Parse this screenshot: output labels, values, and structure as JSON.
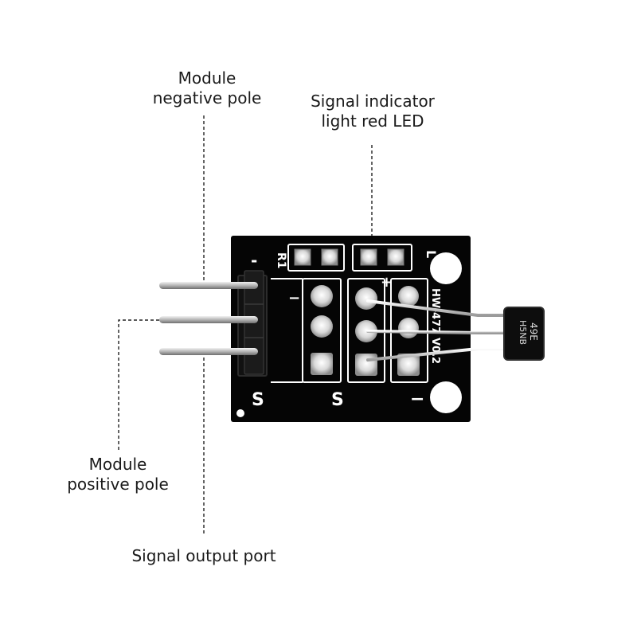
{
  "labels": {
    "negative_pole": [
      "Module",
      "negative pole"
    ],
    "indicator_led": [
      "Signal indicator",
      "light red LED"
    ],
    "positive_pole": [
      "Module",
      "positive pole"
    ],
    "signal_output": "Signal output port"
  },
  "board": {
    "silkscreen_r1": "R1",
    "silkscreen_l": "L",
    "silkscreen_minus_left": "-",
    "silkscreen_minus_mid": "−",
    "silkscreen_plus": "+",
    "silkscreen_s_left": "S",
    "silkscreen_s_mid": "S",
    "silkscreen_minus_right": "−",
    "silkscreen_model": "HW-477",
    "silkscreen_version": "V0.2",
    "sensor_text_1": "49E",
    "sensor_text_2": "H5NB"
  },
  "colors": {
    "board": "#050505",
    "silkscreen": "#ffffff",
    "pin_metal": "#bfbfbf",
    "leader_line": "#222222"
  }
}
